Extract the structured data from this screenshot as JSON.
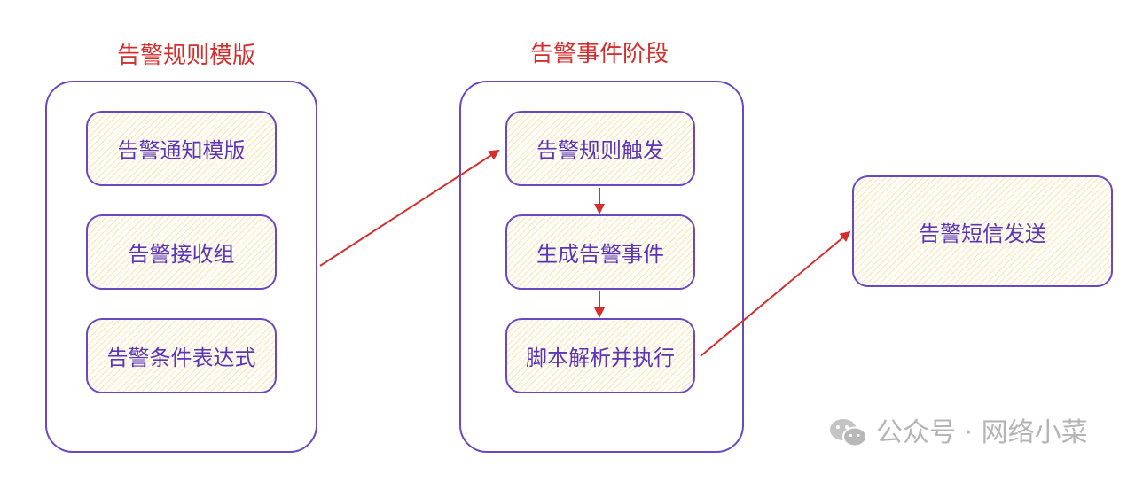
{
  "groups": {
    "template": {
      "title": "告警规则模版"
    },
    "event": {
      "title": "告警事件阶段"
    }
  },
  "boxes": {
    "notify_template": "告警通知模版",
    "receiver_group": "告警接收组",
    "condition_expr": "告警条件表达式",
    "rule_trigger": "告警规则触发",
    "generate_event": "生成告警事件",
    "script_exec": "脚本解析并执行",
    "sms_send": "告警短信发送"
  },
  "watermark": {
    "text": "公众号 · 网络小菜",
    "icon": "wechat-icon"
  },
  "colors": {
    "title": "#d32f2f",
    "box_border": "#6a48c4",
    "box_text": "#5b35b8",
    "arrow": "#d32f2f",
    "hatch": "#f0c878",
    "watermark": "#b5b5b5"
  }
}
